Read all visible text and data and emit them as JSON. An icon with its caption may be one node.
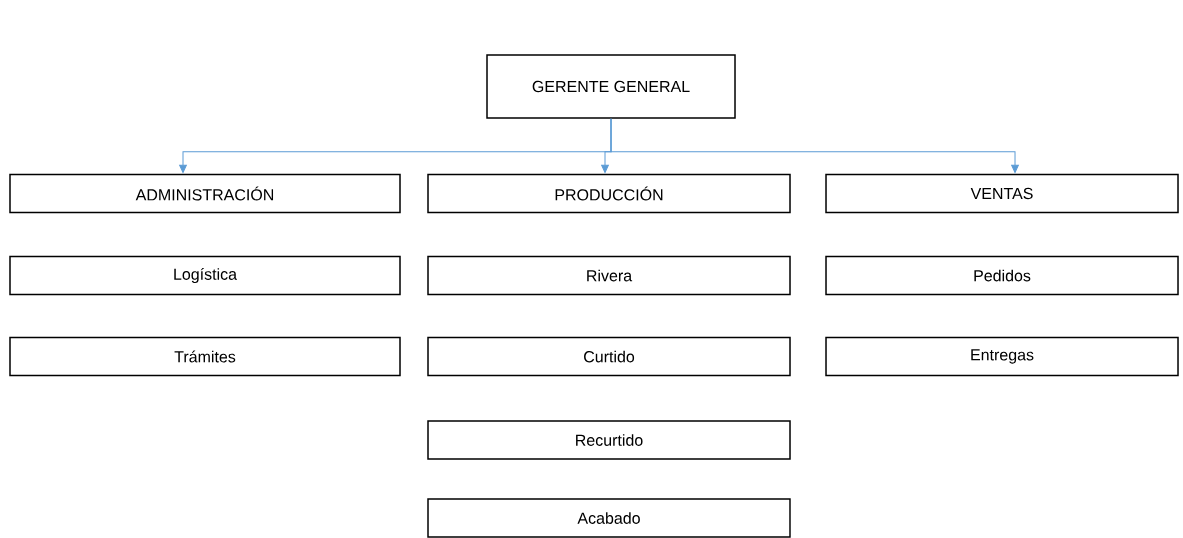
{
  "diagram": {
    "nodes": [
      {
        "text": [
          "GERENTE GENERAL"
        ]
      },
      {
        "text": [
          "ADMINISTRACIÓN"
        ]
      },
      {
        "text": [
          "PRODUCCIÓN"
        ]
      },
      {
        "text": [
          "VENTAS"
        ]
      },
      {
        "text": [
          "Logística"
        ]
      },
      {
        "text": [
          "Rivera"
        ]
      },
      {
        "text": [
          "Pedidos"
        ]
      },
      {
        "text": [
          "Trámites"
        ]
      },
      {
        "text": [
          "Curtido"
        ]
      },
      {
        "text": [
          "Entregas"
        ]
      },
      {
        "text": [
          "Recurtido"
        ]
      },
      {
        "text": [
          "Acabado"
        ]
      }
    ],
    "edges": [
      {
        "from": 0,
        "to": 1,
        "arrow": "to",
        "color": "#5b9bd5"
      },
      {
        "from": 0,
        "to": 2,
        "arrow": "to",
        "color": "#5b9bd5"
      },
      {
        "from": 0,
        "to": 3,
        "arrow": "to",
        "color": "#5b9bd5"
      }
    ]
  }
}
